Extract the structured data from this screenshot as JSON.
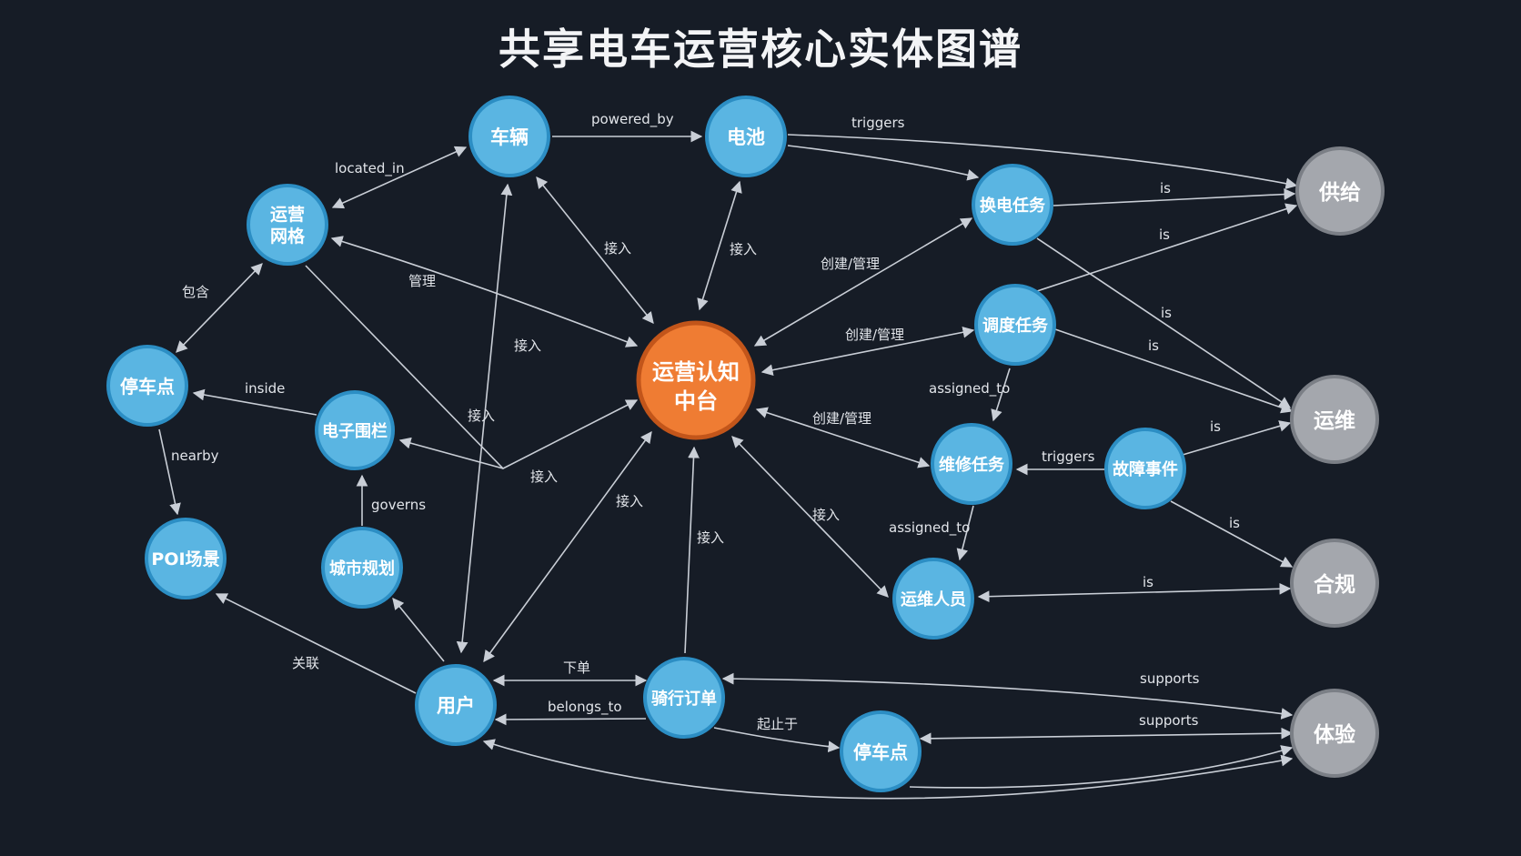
{
  "title": "共享电车运营核心实体图谱",
  "nodes": {
    "vehicle": {
      "label": "车辆"
    },
    "battery": {
      "label": "电池"
    },
    "grid": {
      "label1": "运营",
      "label2": "网格"
    },
    "swap": {
      "label": "换电任务"
    },
    "supply": {
      "label": "供给"
    },
    "parking1": {
      "label": "停车点"
    },
    "fence": {
      "label": "电子围栏"
    },
    "core": {
      "label1": "运营认知",
      "label2": "中台"
    },
    "dispatch": {
      "label": "调度任务"
    },
    "ops": {
      "label": "运维"
    },
    "repair": {
      "label": "维修任务"
    },
    "fault": {
      "label": "故障事件"
    },
    "poi": {
      "label": "POI场景"
    },
    "city": {
      "label": "城市规划"
    },
    "staff": {
      "label": "运维人员"
    },
    "compliance": {
      "label": "合规"
    },
    "user": {
      "label": "用户"
    },
    "order": {
      "label": "骑行订单"
    },
    "parking2": {
      "label": "停车点"
    },
    "experience": {
      "label": "体验"
    }
  },
  "edges": {
    "powered_by": "powered_by",
    "triggers1": "triggers",
    "located_in": "located_in",
    "is1": "is",
    "is2": "is",
    "is3": "is",
    "is4": "is",
    "is5": "is",
    "is6": "is",
    "is7": "is",
    "access_vehicle": "接入",
    "access_battery": "接入",
    "create1": "创建/管理",
    "manage": "管理",
    "contain": "包含",
    "access_user_vehicle": "接入",
    "create2": "创建/管理",
    "inside": "inside",
    "assigned_to1": "assigned_to",
    "access_grid": "接入",
    "create3": "创建/管理",
    "triggers2": "triggers",
    "nearby": "nearby",
    "access_fence": "接入",
    "governs": "governs",
    "access_user": "接入",
    "access_staff": "接入",
    "assigned_to2": "assigned_to",
    "access_order": "接入",
    "relate": "关联",
    "order_place": "下单",
    "supports1": "supports",
    "belongs_to": "belongs_to",
    "start_end": "起止于",
    "supports2": "supports"
  },
  "colors": {
    "background": "#161c26",
    "node_blue": "#5ab5e2",
    "node_gray": "#a4a7ad",
    "node_core": "#ef7c33",
    "edge": "#c9ced6"
  }
}
